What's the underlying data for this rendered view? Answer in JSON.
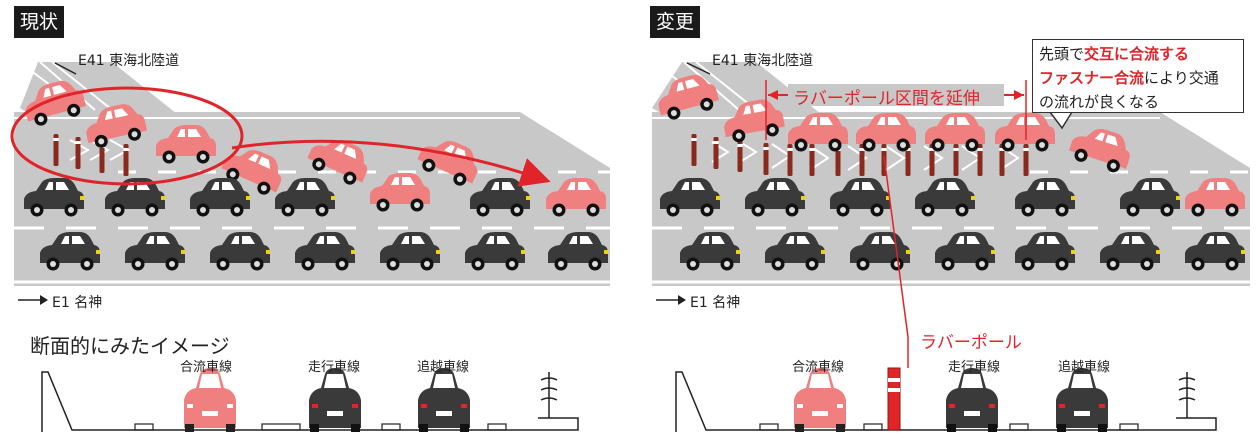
{
  "left": {
    "title": "現状",
    "upper_road": "E41 東海北陸道",
    "main_road": "E1 名神",
    "section_title": "断面的にみたイメージ",
    "lanes": [
      "合流車線",
      "走行車線",
      "追越車線"
    ]
  },
  "right": {
    "title": "変更",
    "upper_road": "E41 東海北陸道",
    "main_road": "E1 名神",
    "extension_label": "ラバーポール区間を延伸",
    "pole_label": "ラバーポール",
    "lanes": [
      "合流車線",
      "走行車線",
      "追越車線"
    ],
    "callout": {
      "p1": "先頭で",
      "p2": "交互に合流する",
      "p3": "ファスナー合流",
      "p4": "により交通",
      "p5": "の流れが良くなる"
    }
  },
  "colors": {
    "accent_red": "#e0242a",
    "pink_car": "#f08080",
    "dark_car": "#3a3a3a",
    "road": "#c8c8c8",
    "pole": "#8a2a1c"
  }
}
